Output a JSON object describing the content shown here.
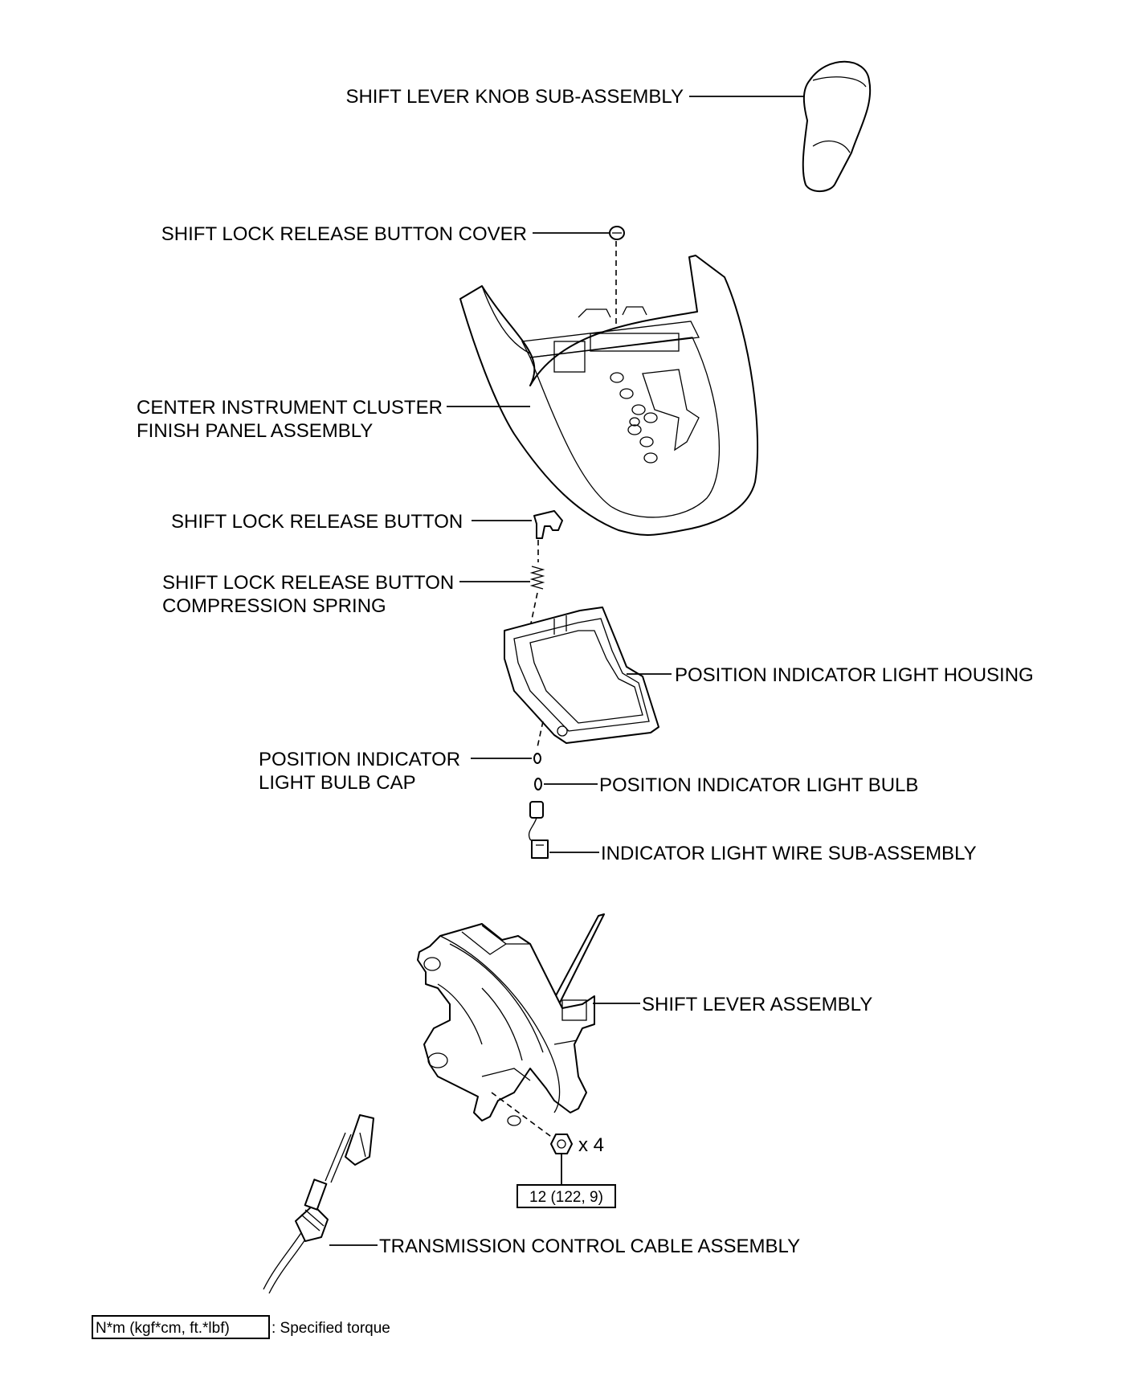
{
  "callouts": {
    "shift_lever_knob": "SHIFT LEVER KNOB SUB-ASSEMBLY",
    "shift_lock_button_cover": "SHIFT LOCK RELEASE BUTTON COVER",
    "center_cluster_line1": "CENTER INSTRUMENT CLUSTER",
    "center_cluster_line2": "FINISH PANEL ASSEMBLY",
    "shift_lock_button": "SHIFT LOCK RELEASE BUTTON",
    "spring_line1": "SHIFT LOCK RELEASE BUTTON",
    "spring_line2": "COMPRESSION SPRING",
    "indicator_housing": "POSITION INDICATOR LIGHT HOUSING",
    "bulb_cap_line1": "POSITION INDICATOR",
    "bulb_cap_line2": "LIGHT BULB CAP",
    "bulb": "POSITION INDICATOR LIGHT BULB",
    "wire": "INDICATOR LIGHT WIRE SUB-ASSEMBLY",
    "shift_lever": "SHIFT LEVER ASSEMBLY",
    "cable": "TRANSMISSION CONTROL CABLE ASSEMBLY"
  },
  "fastener": {
    "quantity": "x 4",
    "torque": "12 (122, 9)"
  },
  "legend": {
    "unit_box": "N*m (kgf*cm, ft.*lbf)",
    "description": ": Specified torque"
  },
  "icons": [
    "shift-knob",
    "button-cover",
    "finish-panel",
    "lock-button",
    "spring",
    "indicator-housing",
    "bulb-cap",
    "bulb",
    "wire-harness",
    "shift-lever",
    "nut",
    "control-cable"
  ]
}
